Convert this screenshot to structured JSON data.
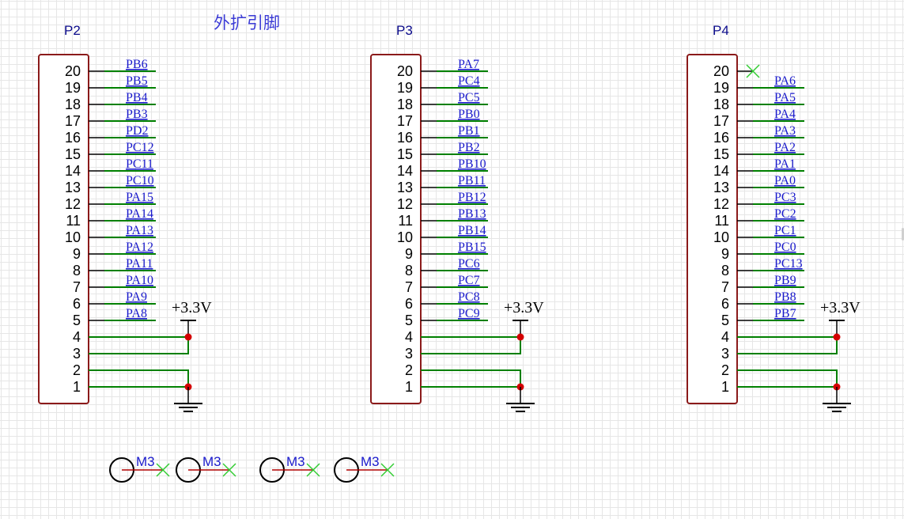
{
  "title": "外扩引脚",
  "headers": [
    {
      "ref": "P2",
      "pins": [
        "20",
        "19",
        "18",
        "17",
        "16",
        "15",
        "14",
        "13",
        "12",
        "11",
        "10",
        "9",
        "8",
        "7",
        "6",
        "5",
        "4",
        "3",
        "2",
        "1"
      ],
      "nets": [
        "PB6",
        "PB5",
        "PB4",
        "PB3",
        "PD2",
        "PC12",
        "PC11",
        "PC10",
        "PA15",
        "PA14",
        "PA13",
        "PA12",
        "PA11",
        "PA10",
        "PA9",
        "PA8"
      ],
      "power": "+3.3V",
      "pin20_no_connect": false
    },
    {
      "ref": "P3",
      "pins": [
        "20",
        "19",
        "18",
        "17",
        "16",
        "15",
        "14",
        "13",
        "12",
        "11",
        "10",
        "9",
        "8",
        "7",
        "6",
        "5",
        "4",
        "3",
        "2",
        "1"
      ],
      "nets": [
        "PA7",
        "PC4",
        "PC5",
        "PB0",
        "PB1",
        "PB2",
        "PB10",
        "PB11",
        "PB12",
        "PB13",
        "PB14",
        "PB15",
        "PC6",
        "PC7",
        "PC8",
        "PC9"
      ],
      "power": "+3.3V",
      "pin20_no_connect": false
    },
    {
      "ref": "P4",
      "pins": [
        "20",
        "19",
        "18",
        "17",
        "16",
        "15",
        "14",
        "13",
        "12",
        "11",
        "10",
        "9",
        "8",
        "7",
        "6",
        "5",
        "4",
        "3",
        "2",
        "1"
      ],
      "nets": [
        "PA6",
        "PA5",
        "PA4",
        "PA3",
        "PA2",
        "PA1",
        "PA0",
        "PC3",
        "PC2",
        "PC1",
        "PC0",
        "PC13",
        "PB9",
        "PB8",
        "PB7"
      ],
      "power": "+3.3V",
      "pin20_no_connect": true
    }
  ],
  "mounting_holes": [
    "M3",
    "M3",
    "M3",
    "M3"
  ],
  "colors": {
    "wire": "#008000",
    "body": "#8b1a1a",
    "junction": "#d40000",
    "no_connect": "#33cc33",
    "net_label": "#1a1acc",
    "title": "#3c3cd6"
  }
}
